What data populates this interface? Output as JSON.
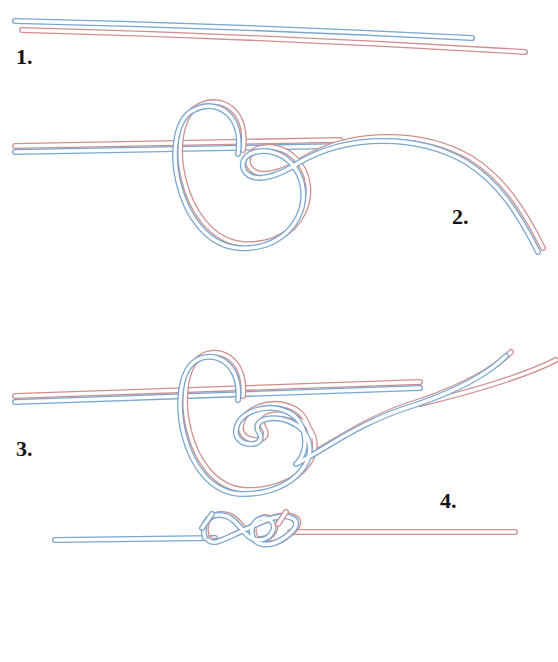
{
  "diagram": {
    "labels": [
      "1.",
      "2.",
      "3.",
      "4."
    ]
  }
}
